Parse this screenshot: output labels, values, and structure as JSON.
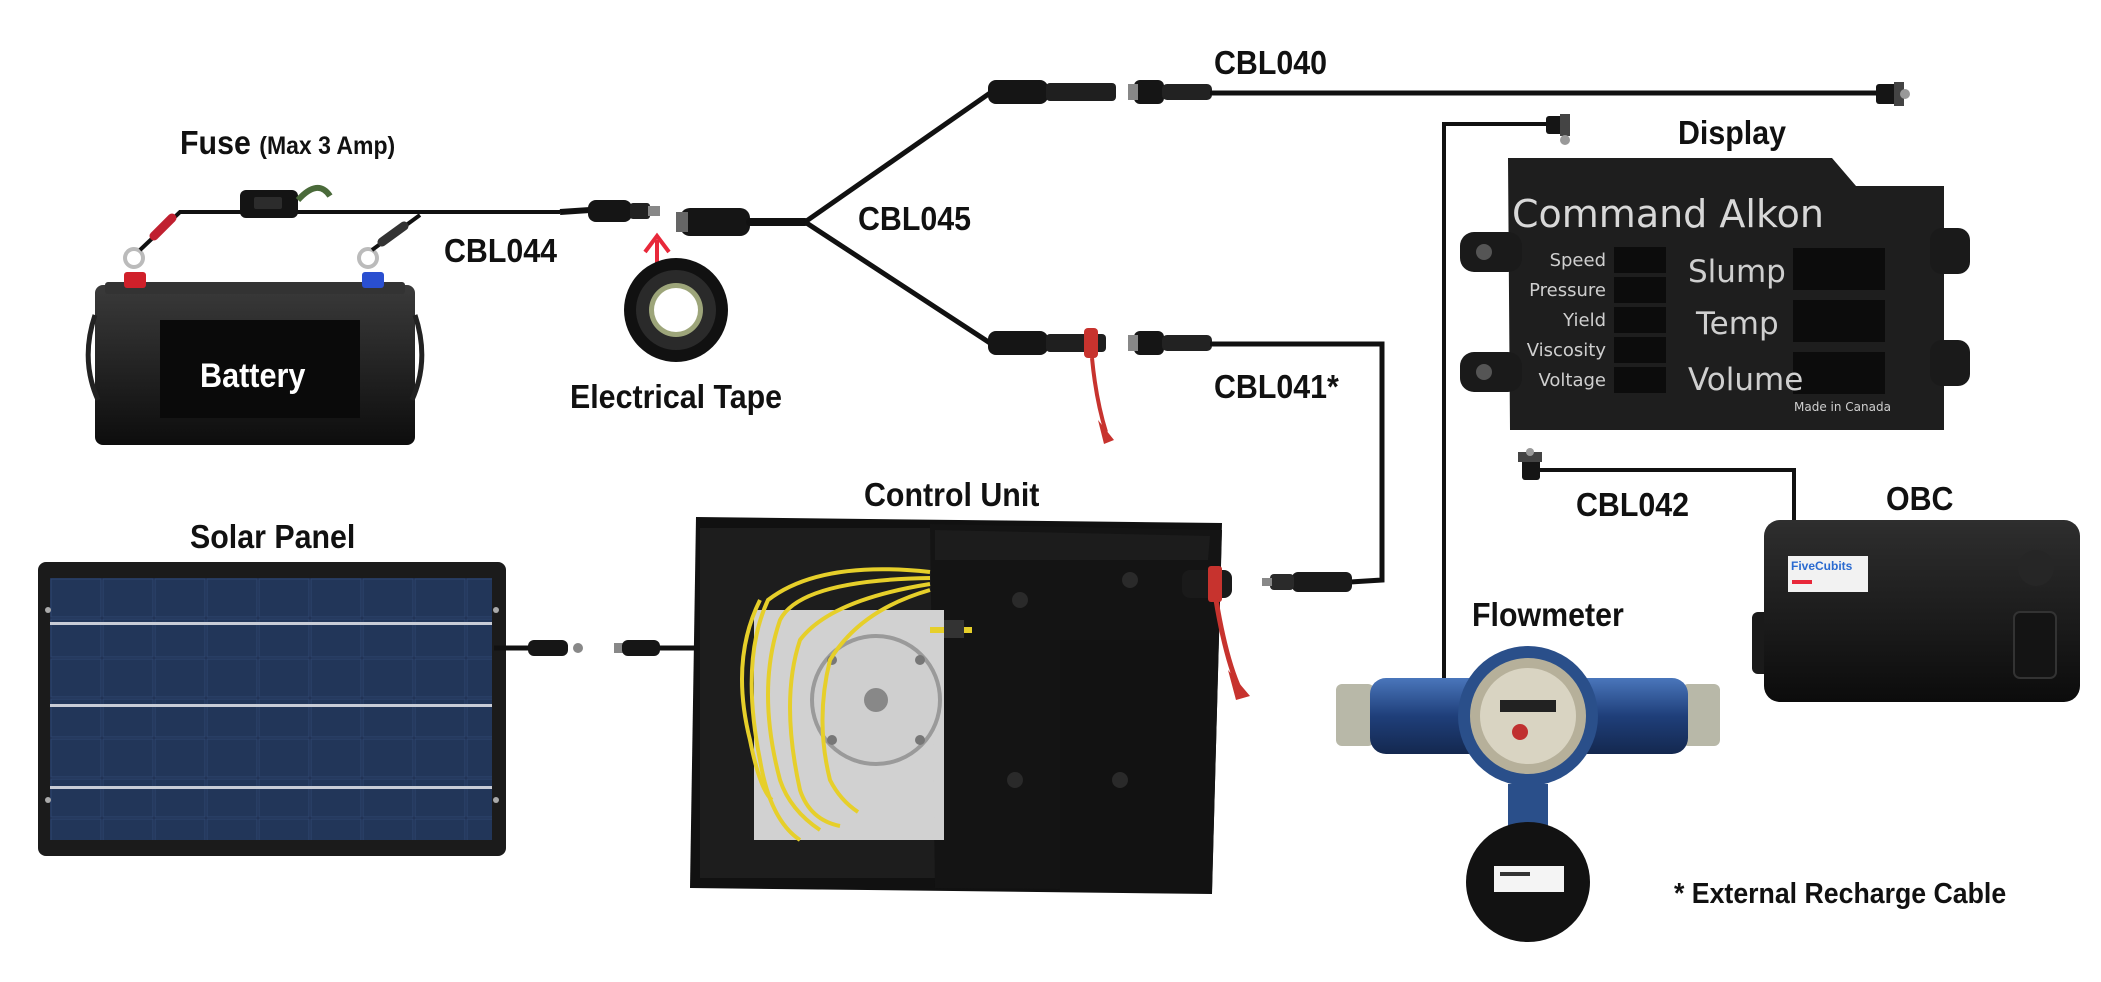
{
  "labels": {
    "fuse": "Fuse",
    "fuse_note": "(Max 3 Amp)",
    "battery": "Battery",
    "cbl044": "CBL044",
    "electrical_tape": "Electrical Tape",
    "cbl045": "CBL045",
    "cbl040": "CBL040",
    "cbl041": "CBL041*",
    "display": "Display",
    "cbl042": "CBL042",
    "obc": "OBC",
    "solar_panel": "Solar Panel",
    "control_unit": "Control Unit",
    "flowmeter": "Flowmeter",
    "footnote": "* External Recharge Cable"
  },
  "display_panel": {
    "brand": "Command Alkon",
    "small_labels": [
      "Speed",
      "Pressure",
      "Yield",
      "Viscosity",
      "Voltage"
    ],
    "big_labels": [
      "Slump",
      "Temp",
      "Volume"
    ],
    "made_in": "Made in Canada"
  },
  "obc_device": {
    "brand": "FiveCubits"
  },
  "colors": {
    "cable": "#111111",
    "arrow": "#e8283a",
    "positive_terminal": "#d0202a",
    "negative_terminal": "#2a4fd0",
    "solar_cell": "#1c2c4c",
    "device_body": "#1a1a1a",
    "yellow_wire": "#e6cf2a",
    "flowmeter_body": "#2c4f8e",
    "red_clip": "#c7332e"
  },
  "icons": {
    "upload_arrow": "arrow-up-icon"
  }
}
